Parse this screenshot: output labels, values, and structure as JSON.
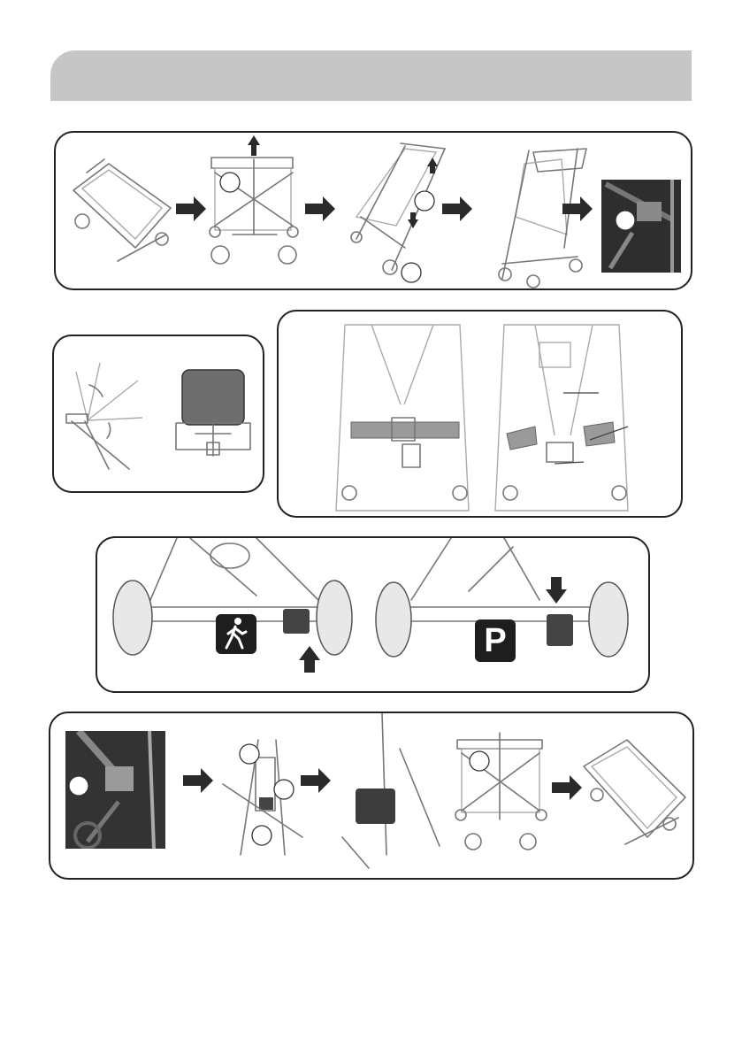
{
  "header": {
    "shape": "rounded-grey-bar",
    "color": "#c6c6c6"
  },
  "panels": {
    "unfold": {
      "steps": 5,
      "arrow_icon": "right-arrow-icon",
      "up_arrow_icon": "up-arrow-icon"
    },
    "recline": {
      "illustrations": 2
    },
    "harness": {
      "illustrations": 2,
      "strap_color": "#8c8c8c"
    },
    "brake": {
      "release_sign_icon": "walking-person-icon",
      "park_sign_text": "P"
    },
    "fold": {
      "steps": 5
    }
  },
  "colors": {
    "outline": "#222222",
    "line_art": "#777777",
    "photo_bg": "#3a3a3a"
  }
}
